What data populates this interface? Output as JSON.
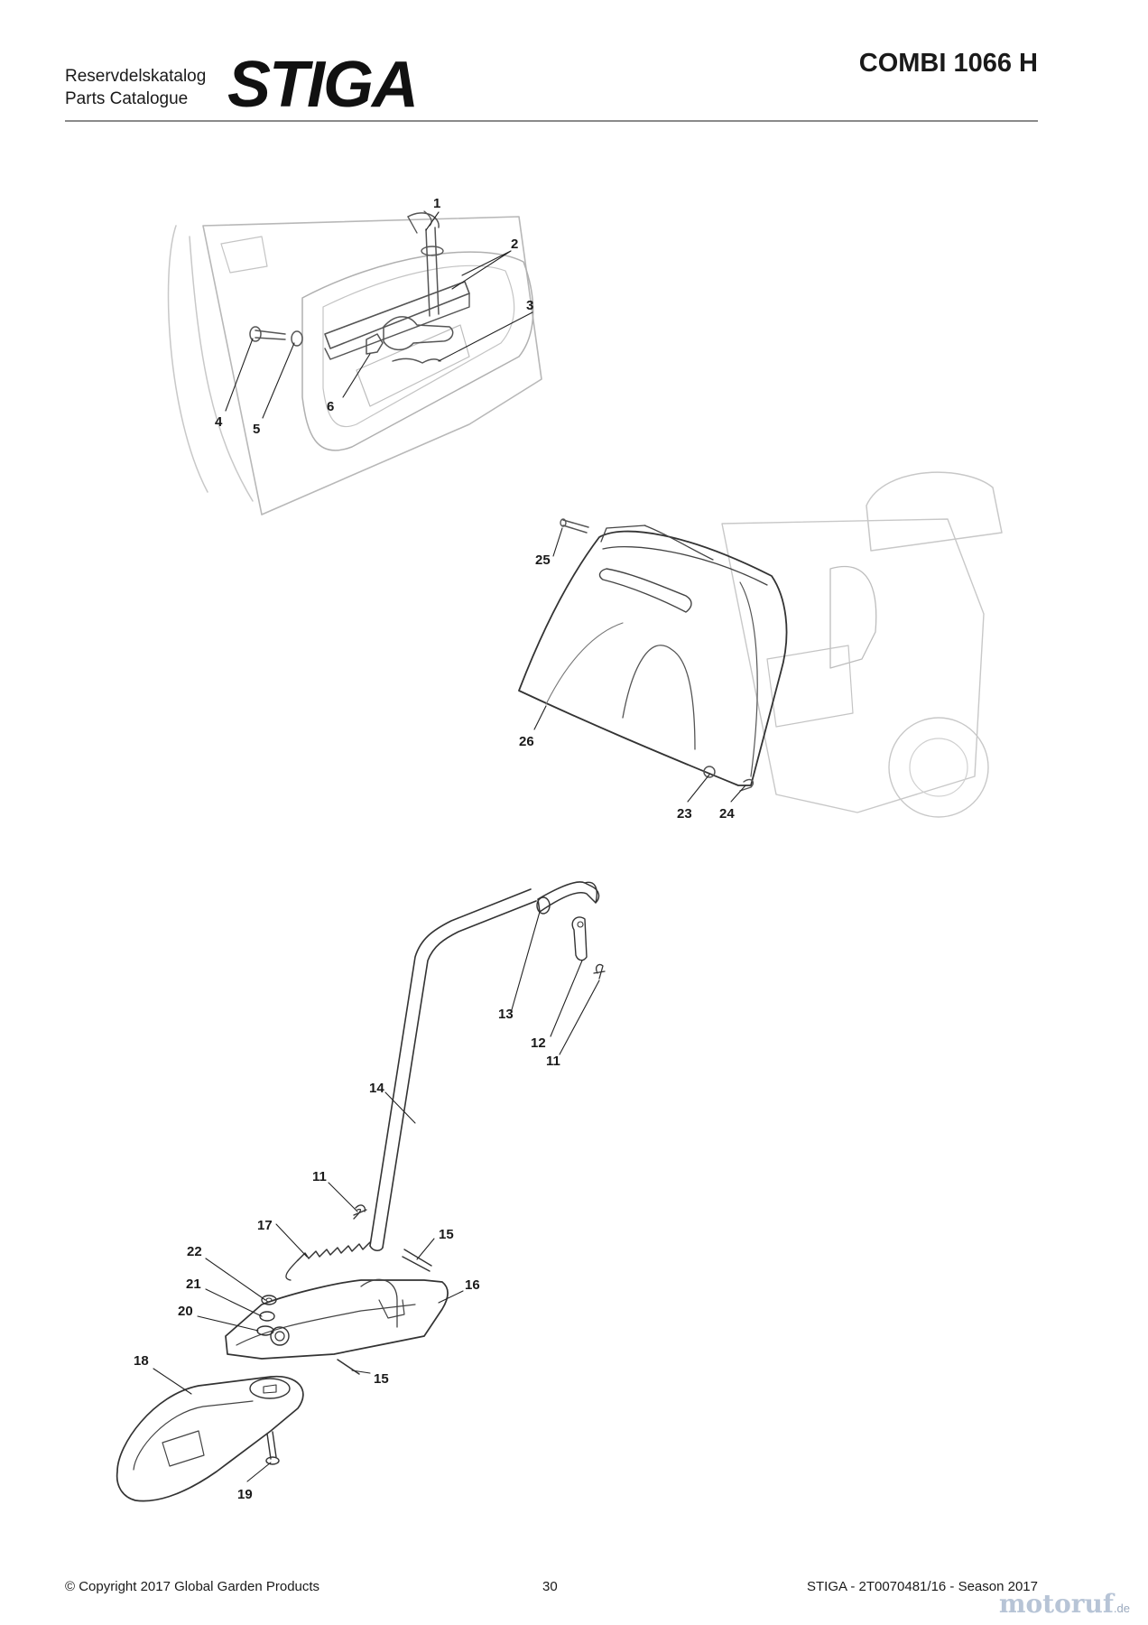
{
  "header": {
    "catalog_line1": "Reservdelskatalog",
    "catalog_line2": "Parts Catalogue",
    "brand": "STIGA",
    "model": "COMBI 1066 H"
  },
  "diagram": {
    "callouts": [
      "1",
      "2",
      "3",
      "4",
      "5",
      "6",
      "25",
      "26",
      "23",
      "24",
      "13",
      "12",
      "11",
      "14",
      "11",
      "17",
      "15",
      "22",
      "16",
      "21",
      "20",
      "15",
      "18",
      "19"
    ]
  },
  "footer": {
    "copyright": "© Copyright 2017 Global Garden Products",
    "page_number": "30",
    "doc_ref": "STIGA - 2T0070481/16 - Season 2017"
  },
  "watermark": {
    "name": "motoruf",
    "suffix": ".de"
  }
}
